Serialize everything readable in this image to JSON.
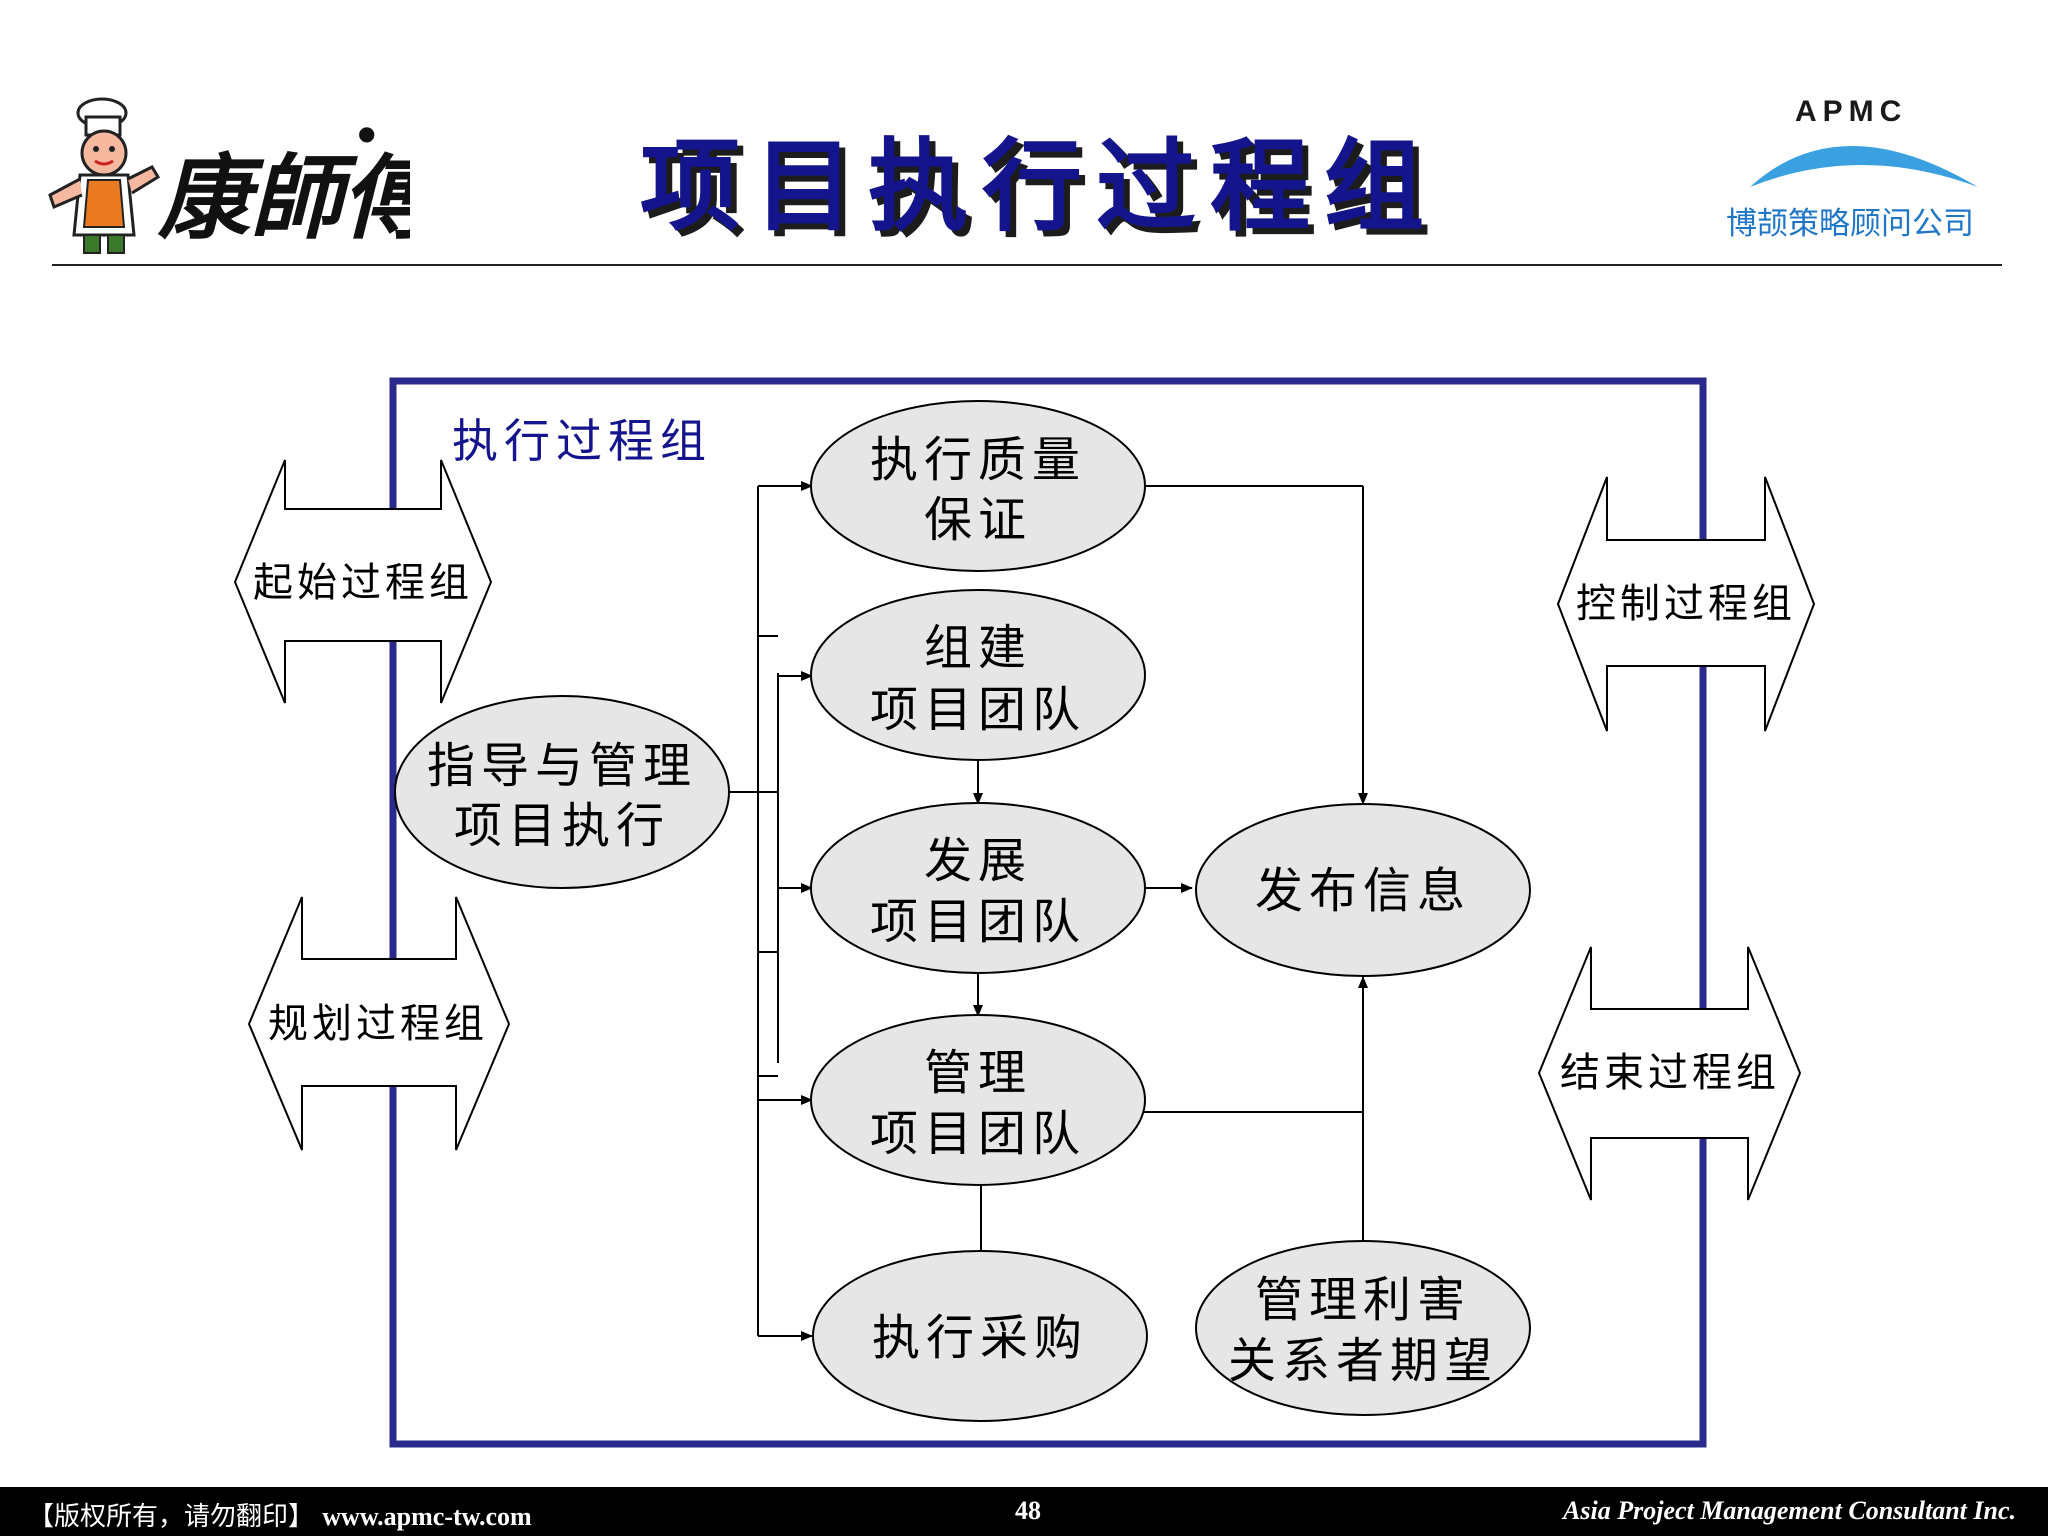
{
  "slide": {
    "title": "项目执行过程组",
    "logo_text": "康師傅",
    "apmc_name": "APMC",
    "apmc_cn": "博颉策略顾问公司"
  },
  "diagram": {
    "group_label": "执行过程组",
    "nodes": {
      "direct_1": "指导与管理",
      "direct_2": "项目执行",
      "qa_1": "执行质量",
      "qa_2": "保证",
      "acquire_1": "组建",
      "acquire_2": "项目团队",
      "develop_1": "发展",
      "develop_2": "项目团队",
      "manage_1": "管理",
      "manage_2": "项目团队",
      "procure": "执行采购",
      "distribute": "发布信息",
      "stake_1": "管理利害",
      "stake_2": "关系者期望"
    },
    "side_groups": {
      "initiating": "起始过程组",
      "planning": "规划过程组",
      "controlling": "控制过程组",
      "closing": "结束过程组"
    }
  },
  "footer": {
    "copyright": "【版权所有，请勿翻印】",
    "url": "www.apmc-tw.com",
    "page": "48",
    "company": "Asia Project Management Consultant Inc."
  },
  "colors": {
    "title": "#14148c",
    "frame": "#2a2a8c",
    "node_fill": "#e6e6e6",
    "apmc_blue": "#1f76c6"
  }
}
